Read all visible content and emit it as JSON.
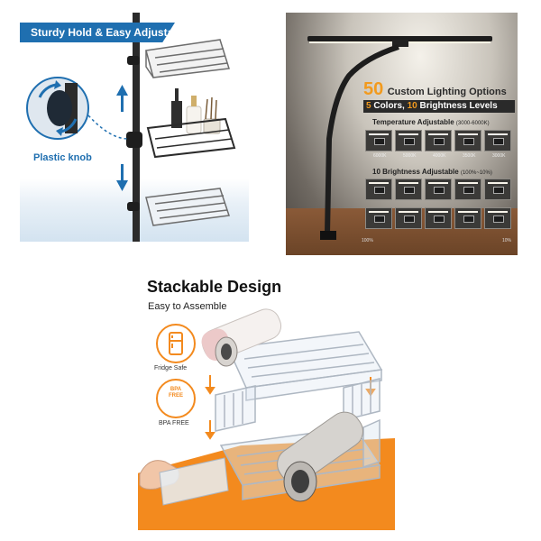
{
  "panels": {
    "shower_caddy": {
      "banner": "Sturdy Hold & Easy Adjustable",
      "callout": "Plastic knob",
      "accent_color": "#1f6fb0"
    },
    "desk_lamp": {
      "headline_number": "50",
      "headline_text": "Custom Lighting Options",
      "sub_colors_count": "5",
      "sub_colors_text": "Colors,",
      "sub_levels_count": "10",
      "sub_levels_text": "Brightness Levels",
      "temperature_title": "Temperature Adjustable",
      "temperature_range": "(3000-6000K)",
      "temperature_labels": [
        "6000K",
        "5000K",
        "4000K",
        "3500K",
        "3000K"
      ],
      "brightness_title": "10 Brightness Adjustable",
      "brightness_range": "(100%~10%)",
      "brightness_start": "100%",
      "brightness_end": "10%",
      "accent_color": "#f29a1d"
    },
    "stackable": {
      "title": "Stackable Design",
      "subtitle": "Easy to Assemble",
      "features": [
        {
          "icon": "fridge-icon",
          "label": "Fridge Safe"
        },
        {
          "icon": "bpa-free-icon",
          "label": "BPA FREE"
        }
      ],
      "bpa_badge": "BPA FREE",
      "accent_color": "#f38a1e"
    }
  }
}
